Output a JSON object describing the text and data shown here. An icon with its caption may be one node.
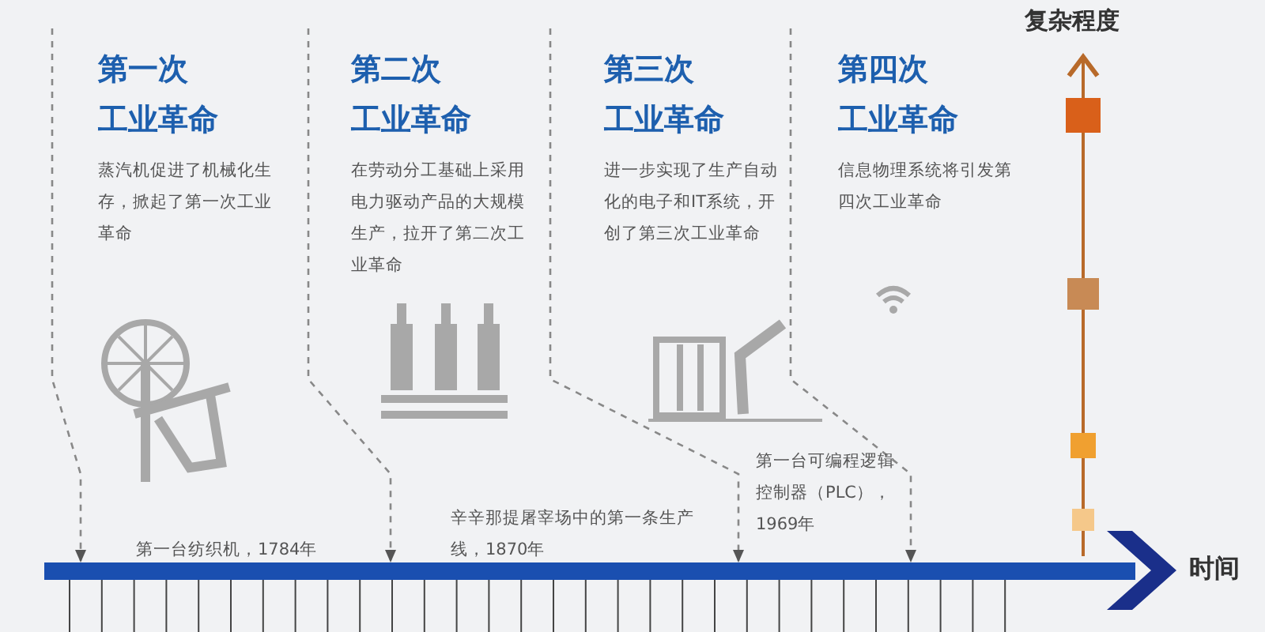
{
  "diagram": {
    "nodes": [
      {
        "text": [
          "第一次工业革命",
          "蒸汽机促进了机械化生存，掀起了第一次工业革命"
        ]
      },
      {
        "text": [
          "第二次工业革命",
          "在劳动分工基础上采用电力驱动产品的大规模生产，拉开了第二次工业革命"
        ]
      },
      {
        "text": [
          "第三次工业革命",
          "进一步实现了生产自动化的电子和IT系统，开创了第三次工业革命"
        ]
      },
      {
        "text": [
          "第四次工业革命",
          "信息物理系统将引发第四次工业革命"
        ]
      }
    ],
    "edges": [
      {
        "from": 0,
        "to": null,
        "arrow": "to",
        "style": "dashed"
      },
      {
        "from": 1,
        "to": null,
        "arrow": "to",
        "style": "dashed"
      },
      {
        "from": 2,
        "to": null,
        "arrow": "to",
        "style": "dashed"
      },
      {
        "from": 3,
        "to": null,
        "arrow": "to",
        "style": "dashed"
      }
    ],
    "labels": [
      "复杂程度",
      "第一台纺织机，1784年",
      "辛辛那提屠宰场中的第一条生产线，1870年",
      "第一台可编程逻辑控制器（PLC），1969年",
      "时间"
    ]
  }
}
